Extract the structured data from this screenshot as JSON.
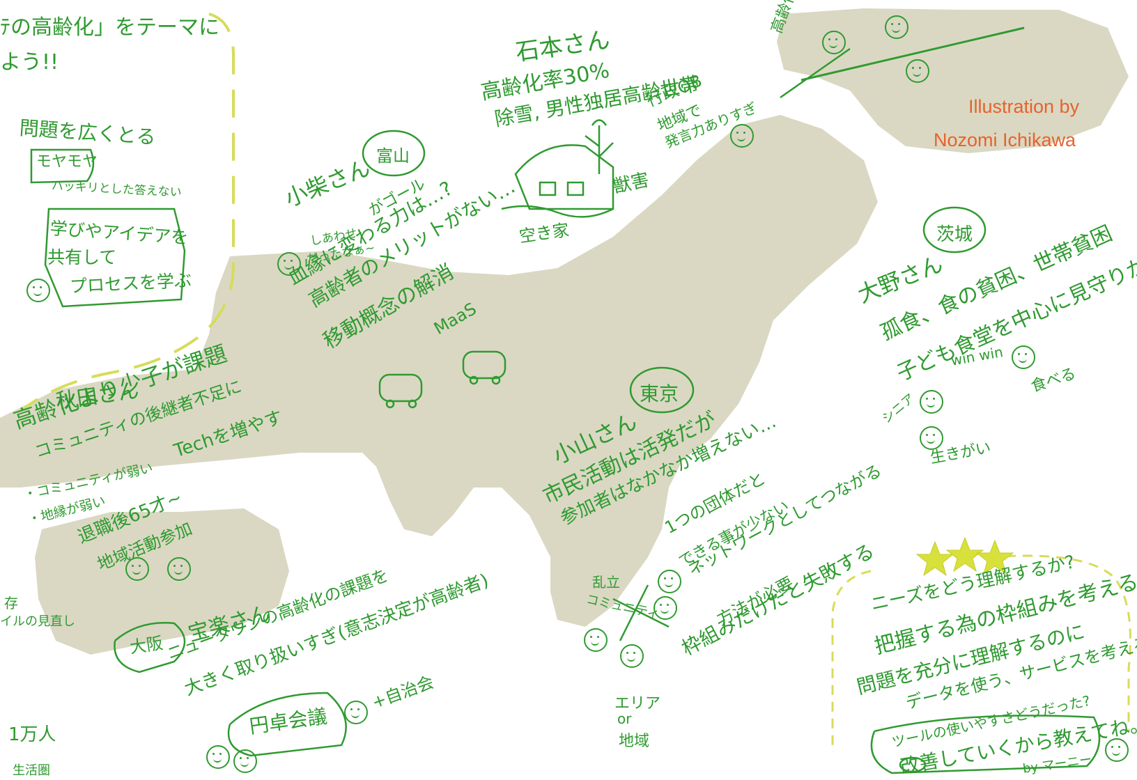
{
  "credit": {
    "line1": "Illustration by",
    "line2": "Nozomi Ichikawa"
  },
  "top_left_box": {
    "heading": "ﾃの高齢化」をテーマに",
    "heading2": "よう!!",
    "problem": "問題を広くとる",
    "moyamoya": "モヤモヤ",
    "no_clear_answer": "ハッキリとした答えない",
    "learn1": "学びやアイデアを",
    "learn2": "共有して",
    "learn3": "プロセスを学ぶ"
  },
  "akita": {
    "name": "秋田さん",
    "line1": "高齢化より少子が課題",
    "line2": "コミュニティの後継者不足に",
    "tech": "Techを増やす",
    "note1": "・コミュニティが弱い",
    "note2": "・地縁が弱い",
    "retire": "退職後65才~",
    "activity": "地域活動参加"
  },
  "koshiba": {
    "name": "小柴さん",
    "region": "富山",
    "happy1": "しあわせ",
    "happy2": "だったなぁ~",
    "goal": "がゴール",
    "kin": "血縁に変わる力は…?",
    "merit": "高齢者のメリットがない…",
    "move": "移動概念の解消",
    "maas": "MaaS"
  },
  "ishimoto": {
    "name": "石本さん",
    "rate": "高齢化率30%",
    "snow": "除雪, 男性独居高齢世帯",
    "gov1": "行政OB",
    "gov2": "地域で",
    "gov3": "発言力ありすぎ",
    "akiya": "空き家",
    "damage": "獣害"
  },
  "ono": {
    "name": "大野さん",
    "region": "茨城",
    "line1": "孤食、食の貧困、世帯貧困",
    "line2": "子ども食堂を中心に見守りかねる",
    "winwin": "win win",
    "senior": "シニア",
    "ikigai": "生きがい",
    "eat": "食べる"
  },
  "koyama": {
    "name": "小山さん",
    "region": "東京",
    "line1": "市民活動は活発だが",
    "line2": "参加者はなかなか増えない…",
    "group1": "1つの団体だと",
    "group2": "できる事が少ない",
    "network": "ネットワークとしてつながる",
    "method": "方法が必要",
    "framework": "枠組みだけだと失敗する",
    "chaos1": "乱立",
    "chaos2": "コミュニティ",
    "area1": "エリア",
    "area2": "or",
    "area3": "地域"
  },
  "osaka": {
    "region": "大阪",
    "name": "宝楽さん",
    "line1": "ニュータウンの高齢化の課題を",
    "line2": "大きく取り扱いすぎ(意志決定が高齢者)",
    "roundtable": "円卓会議",
    "plus": "+自治会"
  },
  "bottom_left": {
    "people": "1万人",
    "area": "生活圏",
    "lifestyle": "イルの見直し",
    "keep": "存"
  },
  "bottom_right": {
    "stars": "★★★",
    "q1": "ニーズをどう理解するか?",
    "q2": "把握する為の枠組みを考える",
    "q3": "問題を充分に理解するのに",
    "q4": "データを使う、サービスを考える",
    "q5": "ツールの使いやすさどうだった?",
    "q6": "改善していくから教えてね。",
    "by": "by マーニー"
  },
  "top_right": {
    "label": "高齢化"
  },
  "colors": {
    "ink": "#2f9a30",
    "land": "#dad8c3",
    "dash": "#d7dc5a",
    "credit": "#e8622a"
  }
}
